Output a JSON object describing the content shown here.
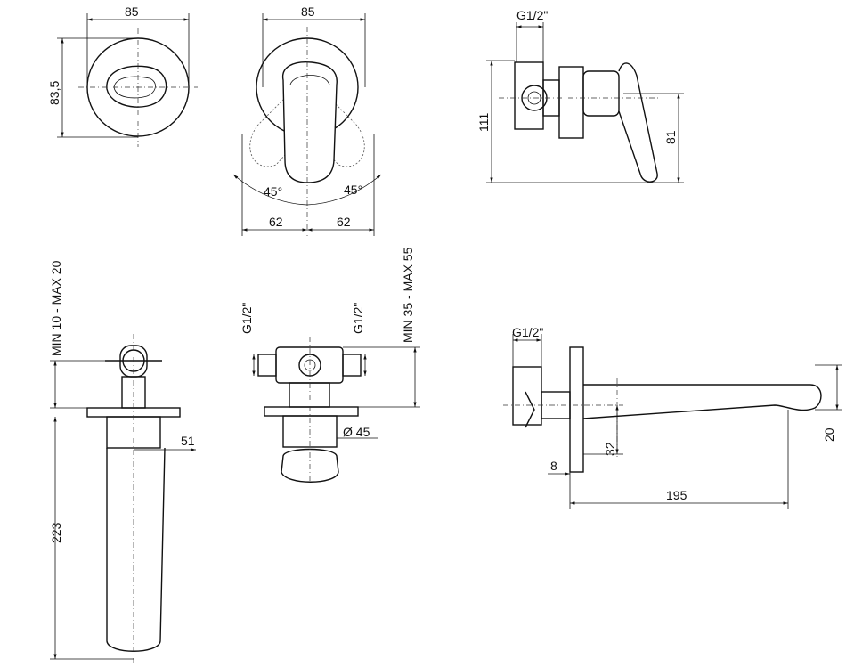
{
  "front_view": {
    "width": "85",
    "height": "83,5"
  },
  "handle_view": {
    "width": "85",
    "angle_left": "45°",
    "angle_right": "45°",
    "reach_left": "62",
    "reach_right": "62"
  },
  "side_view": {
    "thread": "G1/2\"",
    "total_height": "111",
    "plate_height": "81"
  },
  "spout_front_view": {
    "wall_range": "MIN 10 - MAX 20",
    "spout_width": "51",
    "spout_length": "223"
  },
  "valve_view": {
    "thread_left": "G1/2\"",
    "thread_right": "G1/2\"",
    "wall_range": "MIN 35 - MAX 55",
    "diameter": "Ø 45"
  },
  "spout_side_view": {
    "thread": "G1/2\"",
    "outlet_height": "32",
    "spout_height": "20",
    "plate_thickness": "8",
    "projection": "195"
  }
}
